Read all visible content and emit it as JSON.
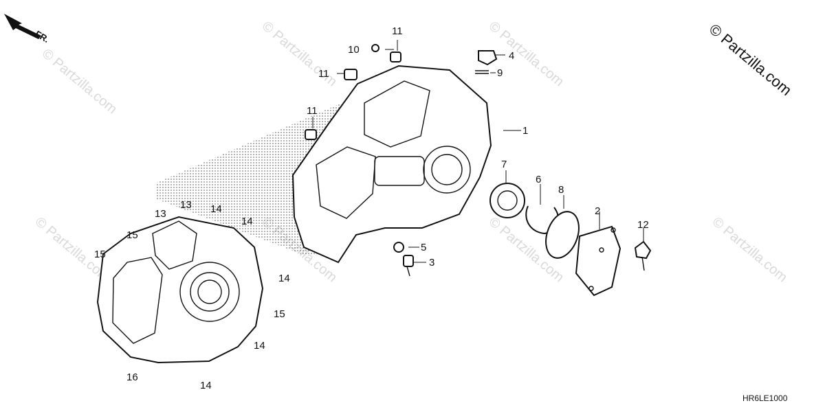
{
  "brand": {
    "copyright": "© Partzilla.com",
    "watermark": "© Partzilla.com"
  },
  "diagram": {
    "code": "HR6LE1000",
    "direction_label": "FR."
  },
  "callouts": [
    {
      "id": "c1",
      "label": "1"
    },
    {
      "id": "c2",
      "label": "2"
    },
    {
      "id": "c3",
      "label": "3"
    },
    {
      "id": "c4",
      "label": "4"
    },
    {
      "id": "c5",
      "label": "5"
    },
    {
      "id": "c6",
      "label": "6"
    },
    {
      "id": "c7",
      "label": "7"
    },
    {
      "id": "c8",
      "label": "8"
    },
    {
      "id": "c9",
      "label": "9"
    },
    {
      "id": "c10",
      "label": "10"
    },
    {
      "id": "c11a",
      "label": "11"
    },
    {
      "id": "c11b",
      "label": "11"
    },
    {
      "id": "c11c",
      "label": "11"
    },
    {
      "id": "c12",
      "label": "12"
    },
    {
      "id": "c13a",
      "label": "13"
    },
    {
      "id": "c13b",
      "label": "13"
    },
    {
      "id": "c14a",
      "label": "14"
    },
    {
      "id": "c14b",
      "label": "14"
    },
    {
      "id": "c14c",
      "label": "14"
    },
    {
      "id": "c14d",
      "label": "14"
    },
    {
      "id": "c14e",
      "label": "14"
    },
    {
      "id": "c15a",
      "label": "15"
    },
    {
      "id": "c15b",
      "label": "15"
    },
    {
      "id": "c15c",
      "label": "15"
    },
    {
      "id": "c16",
      "label": "16"
    }
  ],
  "colors": {
    "line": "#111111",
    "watermark": "#d9d9d9",
    "background": "#ffffff"
  }
}
